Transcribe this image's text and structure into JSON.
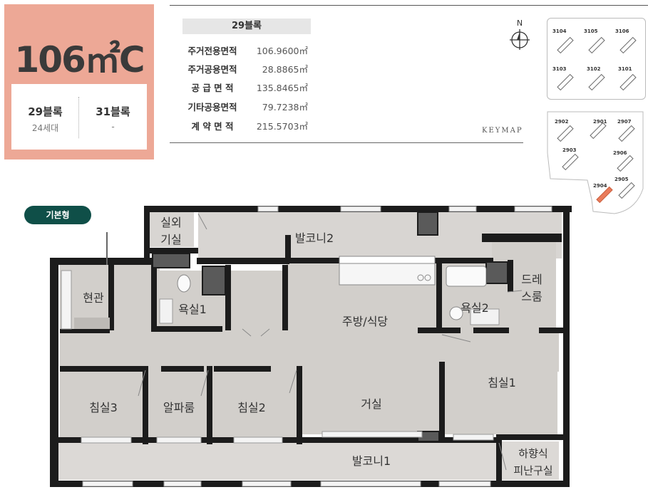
{
  "unit_type": "106㎡C",
  "blocks": [
    {
      "name": "29블록",
      "count": "24세대"
    },
    {
      "name": "31블록",
      "count": "-"
    }
  ],
  "area_table": {
    "header": "29블록",
    "rows": [
      {
        "label": "주거전용면적",
        "value": "106.9600㎡"
      },
      {
        "label": "주거공용면적",
        "value": "28.8865㎡"
      },
      {
        "label": "공 급 면 적",
        "value": "135.8465㎡"
      },
      {
        "label": "기타공용면적",
        "value": "79.7238㎡"
      },
      {
        "label": "계 약 면 적",
        "value": "215.5703㎡"
      }
    ]
  },
  "compass_label": "N",
  "keymap_label": "KEYMAP",
  "keymap_31": [
    "3104",
    "3105",
    "3106",
    "3103",
    "3102",
    "3101"
  ],
  "keymap_29": [
    "2902",
    "2901",
    "2907",
    "2903",
    "2906",
    "2904",
    "2905"
  ],
  "highlight_building": "2904",
  "plan_badge": "기본형",
  "rooms": {
    "outdoor_unit": "실외\n기실",
    "balcony2": "발코니2",
    "entrance": "현관",
    "bath1": "욕실1",
    "kitchen_dining": "주방/식당",
    "bath2": "욕실2",
    "dressroom": "드레\n스룸",
    "bedroom1": "침실1",
    "bedroom3": "침실3",
    "alpha_room": "알파룸",
    "bedroom2": "침실2",
    "living": "거실",
    "balcony1": "발코니1",
    "evac_room": "하향식\n피난구실"
  },
  "colors": {
    "card": "#eda896",
    "badge": "#0f4f48",
    "room_fill": "#d2cfcb",
    "balcony_fill": "#dcd9d6",
    "wall": "#1c1c1c",
    "highlight": "#e97b5b"
  }
}
